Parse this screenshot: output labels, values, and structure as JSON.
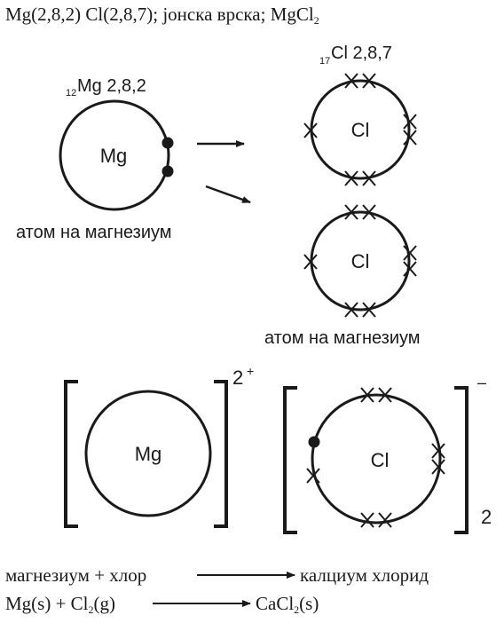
{
  "title": {
    "part1": "Mg(2,8,2) Cl(2,8,7); јонска врска; MgCl",
    "sub": "2"
  },
  "mg_atom": {
    "label_sub": "12",
    "label_main": "Mg 2,8,2",
    "symbol": "Mg",
    "caption": "атом на магнезиум"
  },
  "cl_atoms": {
    "label_sub": "17",
    "label_main": "Cl 2,8,7",
    "symbol": "Cl",
    "caption": "атом на магнезиум"
  },
  "ions": {
    "mg_symbol": "Mg",
    "mg_charge": "2",
    "mg_charge_sign": "+",
    "cl_symbol": "Cl",
    "cl_charge": "–",
    "cl_count": "2"
  },
  "equation_words": {
    "left": "магнезиум + хлор",
    "right": "калциум хлорид"
  },
  "equation_formula": {
    "left_a": "Mg(s) + Cl",
    "left_sub": "2",
    "left_b": "(g)",
    "right_a": "CaCl",
    "right_sub": "2",
    "right_b": "(s)"
  }
}
